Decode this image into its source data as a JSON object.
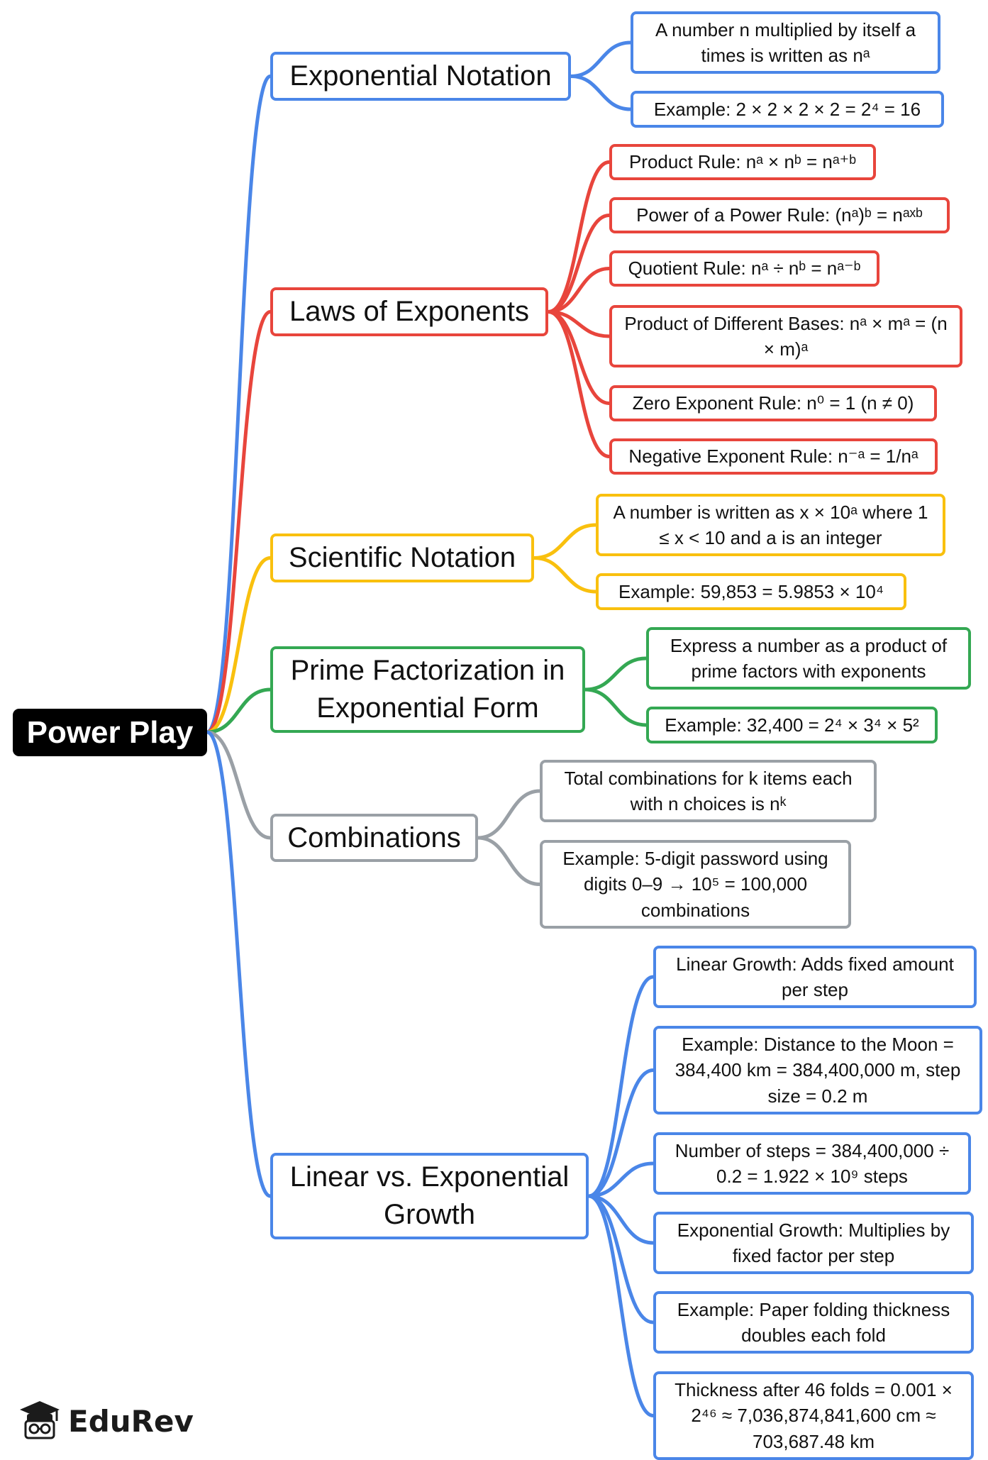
{
  "root": {
    "label": "Power Play"
  },
  "colors": {
    "blue": "#4a86e8",
    "red": "#e8453c",
    "yellow": "#f9c00e",
    "green": "#34a853",
    "gray": "#9aa0a6"
  },
  "branches": [
    {
      "label": "Exponential Notation",
      "color": "blue",
      "leaves": [
        "A number n multiplied by itself a times is written as nᵃ",
        "Example: 2 × 2 × 2 × 2 = 2⁴ = 16"
      ]
    },
    {
      "label": "Laws of Exponents",
      "color": "red",
      "leaves": [
        "Product Rule: nᵃ × nᵇ = nᵃ⁺ᵇ",
        "Power of a Power Rule: (nᵃ)ᵇ = nᵃˣᵇ",
        "Quotient Rule: nᵃ ÷ nᵇ = nᵃ⁻ᵇ",
        "Product of Different Bases: nᵃ × mᵃ = (n × m)ᵃ",
        "Zero Exponent Rule: n⁰ = 1 (n ≠ 0)",
        "Negative Exponent Rule: n⁻ᵃ = 1/nᵃ"
      ]
    },
    {
      "label": "Scientific Notation",
      "color": "yellow",
      "leaves": [
        "A number is written as x × 10ᵃ where 1 ≤ x < 10 and a is an integer",
        "Example: 59,853 = 5.9853 × 10⁴"
      ]
    },
    {
      "label": "Prime Factorization in Exponential Form",
      "color": "green",
      "leaves": [
        "Express a number as a product of prime factors with exponents",
        "Example: 32,400 = 2⁴ × 3⁴ × 5²"
      ]
    },
    {
      "label": "Combinations",
      "color": "gray",
      "leaves": [
        "Total combinations for k items each with n choices is nᵏ",
        "Example: 5-digit password using digits 0–9 → 10⁵ = 100,000 combinations"
      ]
    },
    {
      "label": "Linear vs. Exponential Growth",
      "color": "blue",
      "leaves": [
        "Linear Growth: Adds fixed amount per step",
        "Example: Distance to the Moon = 384,400 km = 384,400,000 m, step size = 0.2 m",
        "Number of steps = 384,400,000 ÷ 0.2 = 1.922 × 10⁹ steps",
        "Exponential Growth: Multiplies by fixed factor per step",
        "Example: Paper folding thickness doubles each fold",
        "Thickness after 46 folds = 0.001 × 2⁴⁶ ≈ 7,036,874,841,600 cm ≈ 703,687.48 km"
      ]
    }
  ],
  "logo": {
    "text": "EduRev",
    "icon": "graduation-cap-icon"
  }
}
